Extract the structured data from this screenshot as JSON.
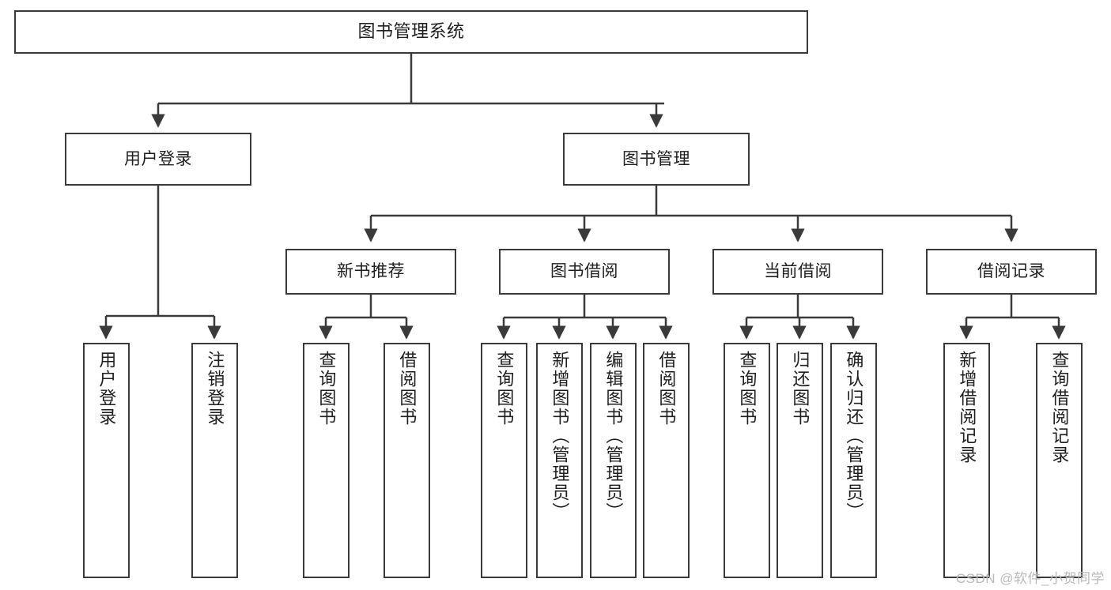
{
  "diagram": {
    "type": "tree-hierarchy",
    "title": "图书管理系统",
    "watermark": "CSDN @软件_小贺同学",
    "colors": {
      "box_border": "#3a3a3a",
      "box_fill": "#ffffff",
      "connector": "#3a3a3a",
      "text": "#1f1f1f",
      "watermark": "#b9b9b9"
    },
    "nodes": {
      "root": "图书管理系统",
      "level2": [
        "用户登录",
        "图书管理"
      ],
      "level3": [
        "新书推荐",
        "图书借阅",
        "当前借阅",
        "借阅记录"
      ],
      "leaves": {
        "user_login": [
          "用户登录",
          "注销登录"
        ],
        "new_book_recommend": [
          "查询图书",
          "借阅图书"
        ],
        "book_borrow": [
          "查询图书",
          "新增图书（管理员）",
          "编辑图书（管理员）",
          "借阅图书"
        ],
        "current_borrow": [
          "查询图书",
          "归还图书",
          "确认归还（管理员）"
        ],
        "borrow_record": [
          "新增借阅记录",
          "查询借阅记录"
        ]
      }
    }
  }
}
